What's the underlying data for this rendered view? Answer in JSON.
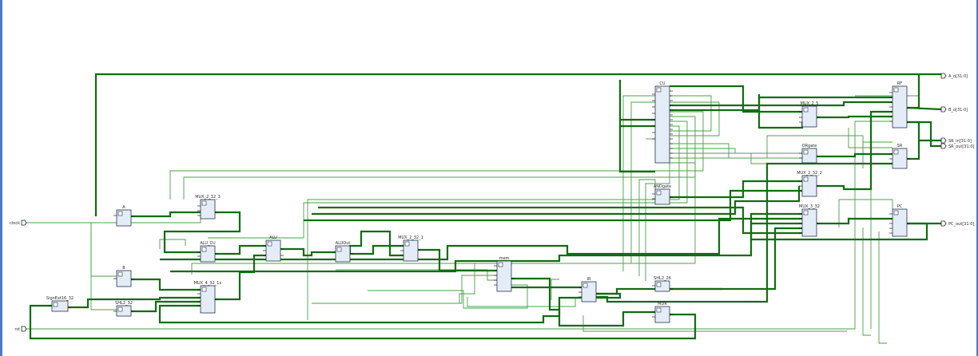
{
  "modules": [
    {
      "id": "A",
      "label": "A"
    },
    {
      "id": "B",
      "label": "B"
    },
    {
      "id": "SignExt16_32",
      "label": "SignExt16_32"
    },
    {
      "id": "SHL2_32",
      "label": "SHL2_32"
    },
    {
      "id": "MUX_2_32_3",
      "label": "MUX_2_32_3"
    },
    {
      "id": "ALU_CU",
      "label": "ALU_CU"
    },
    {
      "id": "MUX_4_32_1x",
      "label": "MUX_4_32_1x"
    },
    {
      "id": "ALU",
      "label": "ALU"
    },
    {
      "id": "ALUOut",
      "label": "ALUOut"
    },
    {
      "id": "MUX_2_32_1",
      "label": "MUX_2_32_1"
    },
    {
      "id": "mem",
      "label": "mem"
    },
    {
      "id": "IR",
      "label": "IR"
    },
    {
      "id": "SHL2_26",
      "label": "SHL2_26"
    },
    {
      "id": "MDR",
      "label": "MDR"
    },
    {
      "id": "CU",
      "label": "CU"
    },
    {
      "id": "ANDgate",
      "label": "ANDgate"
    },
    {
      "id": "MUX_2_5",
      "label": "MUX_2_5"
    },
    {
      "id": "ORgate",
      "label": "ORgate"
    },
    {
      "id": "MUX_2_32_2",
      "label": "MUX_2_32_2"
    },
    {
      "id": "MUX_3_32",
      "label": "MUX_3_32"
    },
    {
      "id": "RF",
      "label": "RF"
    },
    {
      "id": "SR",
      "label": "SR"
    },
    {
      "id": "PC",
      "label": "PC"
    }
  ],
  "inputs": [
    {
      "id": "clock",
      "label": "clock"
    },
    {
      "id": "rst",
      "label": "rst"
    }
  ],
  "outputs": [
    {
      "id": "A_o",
      "label": "A_o[31:0]"
    },
    {
      "id": "B_o",
      "label": "B_o[31:0]"
    },
    {
      "id": "SR_in",
      "label": "SR_in[31:0]"
    },
    {
      "id": "SR_out",
      "label": "SR_out[31:0]"
    },
    {
      "id": "PC_out",
      "label": "PC_out[31:0]"
    }
  ],
  "colors": {
    "wire": "#48a048",
    "bus": "#0e6e0e",
    "block_fill": "#e4ecf7",
    "frame": "#4f7ac7"
  }
}
